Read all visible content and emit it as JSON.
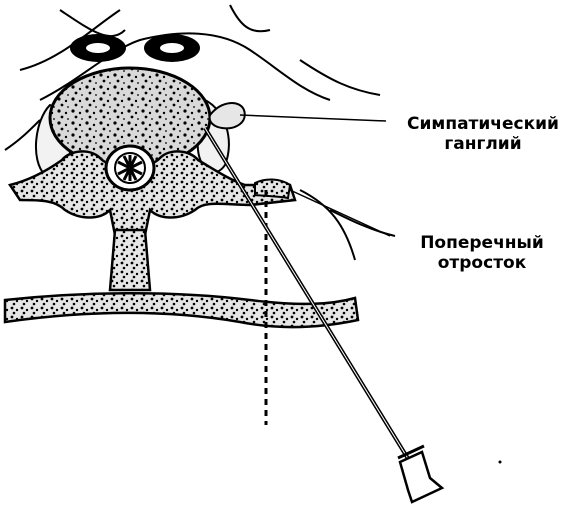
{
  "labels": {
    "sympathetic_ganglion": {
      "line1": "Симпатический",
      "line2": "ганглий"
    },
    "transverse_process": {
      "line1": "Поперечный",
      "line2": "отросток"
    }
  },
  "colors": {
    "ink": "#000000",
    "bone_fill": "#d9d9d9",
    "background": "#ffffff"
  }
}
